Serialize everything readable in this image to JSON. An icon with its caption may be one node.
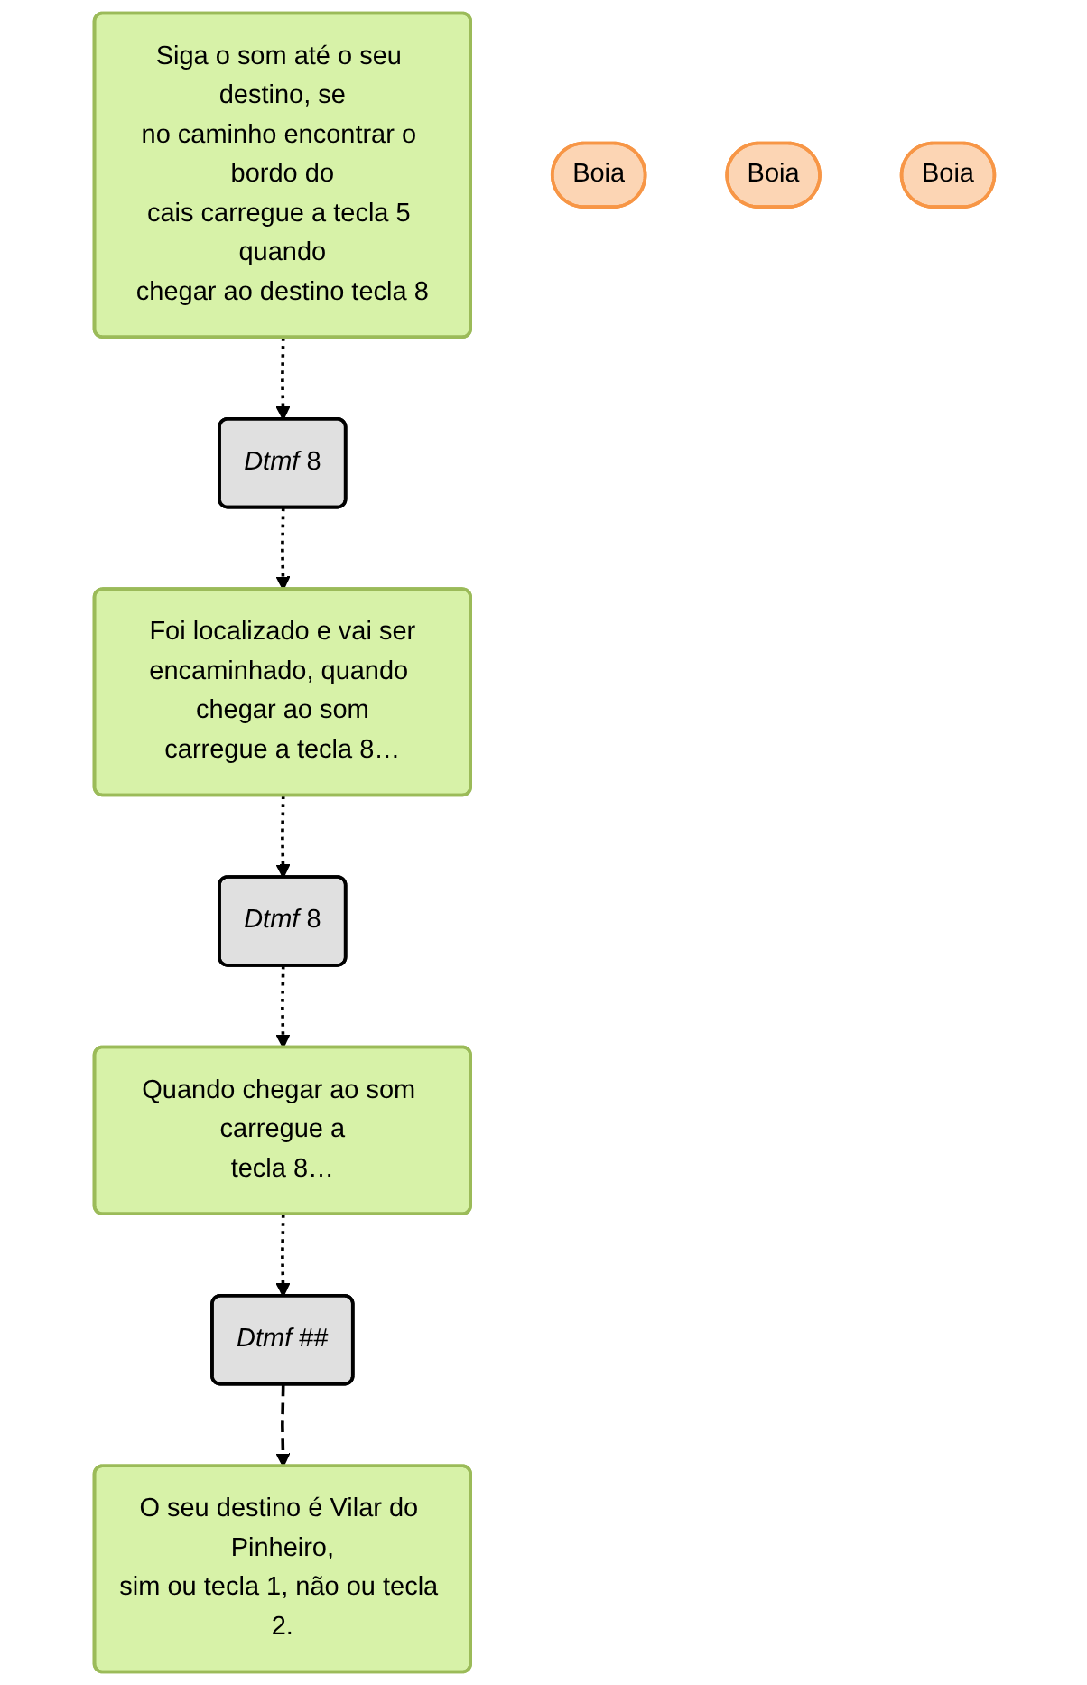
{
  "diagram": {
    "nodes": [
      {
        "text": [
          "O seu destino é Vilar do Pinheiro, sim ou tecla 1, não ou tecla 2."
        ]
      },
      {
        "text": [
          "Siga o som até o seu destino, se no caminho encontrar o bordo do cais carregue a tecla 5 quando chegar ao destino tecla 8"
        ]
      },
      {
        "text": [
          "Boia"
        ]
      },
      {
        "text": [
          "*Dtmf* 8"
        ]
      },
      {
        "text": [
          "Foi localizado e vai ser encaminhado, quando chegar ao som carregue a tecla 8…"
        ]
      },
      {
        "text": [
          "Boia"
        ]
      },
      {
        "text": [
          "*Dtmf* 8"
        ]
      },
      {
        "text": [
          "Quando chegar ao som carregue a tecla 8…"
        ]
      },
      {
        "text": [
          "Boia"
        ]
      },
      {
        "text": [
          "*Dtmf* ##"
        ]
      }
    ],
    "edges": [
      {
        "from": 1,
        "to": 3,
        "arrow": "to"
      },
      {
        "from": 3,
        "to": 4,
        "arrow": "to"
      },
      {
        "from": 4,
        "to": 6,
        "arrow": "to"
      },
      {
        "from": 6,
        "to": 7,
        "arrow": "to"
      },
      {
        "from": 7,
        "to": 9,
        "arrow": "to"
      },
      {
        "from": 9,
        "to": 0,
        "arrow": "to",
        "style": "dashed"
      }
    ]
  }
}
